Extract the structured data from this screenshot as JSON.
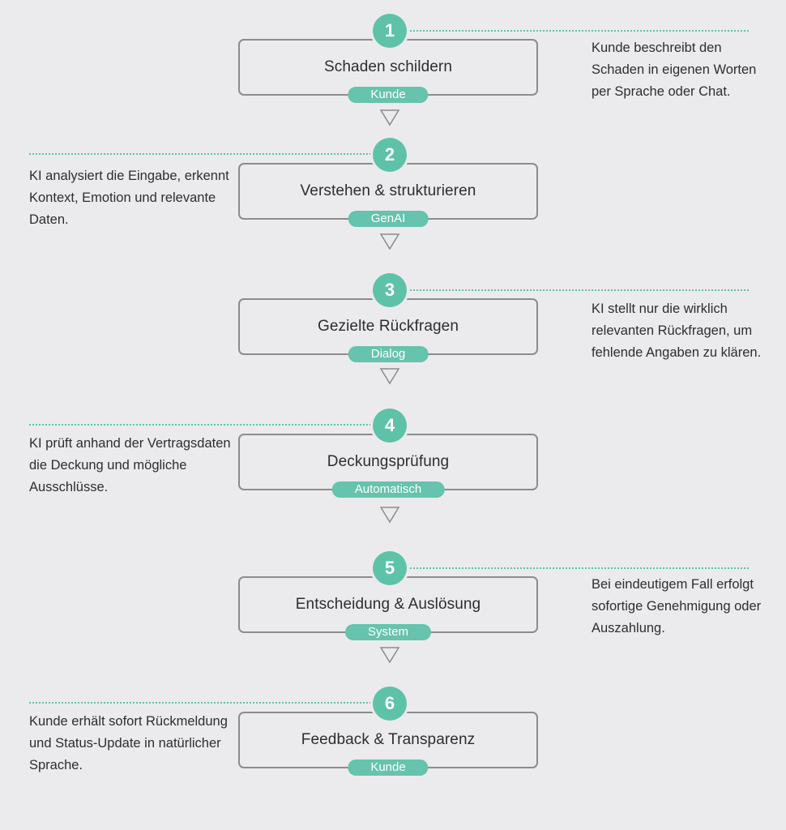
{
  "steps": [
    {
      "number": "1",
      "title": "Schaden schildern",
      "tag": "Kunde",
      "description": "Kunde beschreibt den Schaden in eigenen Worten per Sprache oder Chat.",
      "side": "right"
    },
    {
      "number": "2",
      "title": "Verstehen & strukturieren",
      "tag": "GenAI",
      "description": "KI analysiert die Eingabe, erkennt Kontext, Emotion und relevante Daten.",
      "side": "left"
    },
    {
      "number": "3",
      "title": "Gezielte Rückfragen",
      "tag": "Dialog",
      "description": "KI stellt nur die wirklich relevanten Rückfragen, um fehlende Angaben zu klären.",
      "side": "right"
    },
    {
      "number": "4",
      "title": "Deckungsprüfung",
      "tag": "Automatisch",
      "description": "KI prüft anhand der Vertragsdaten die Deckung und mögliche Ausschlüsse.",
      "side": "left"
    },
    {
      "number": "5",
      "title": "Entscheidung & Auslösung",
      "tag": "System",
      "description": "Bei eindeutigem Fall erfolgt sofortige Genehmigung oder Auszahlung.",
      "side": "right"
    },
    {
      "number": "6",
      "title": "Feedback & Transparenz",
      "tag": "Kunde",
      "description": "Kunde erhält sofort Rückmeldung und Status-Update in natürlicher Sprache.",
      "side": "left"
    }
  ],
  "colors": {
    "accent": "#5ec2a9",
    "background": "#ebebed",
    "border": "#8c8c8c"
  }
}
